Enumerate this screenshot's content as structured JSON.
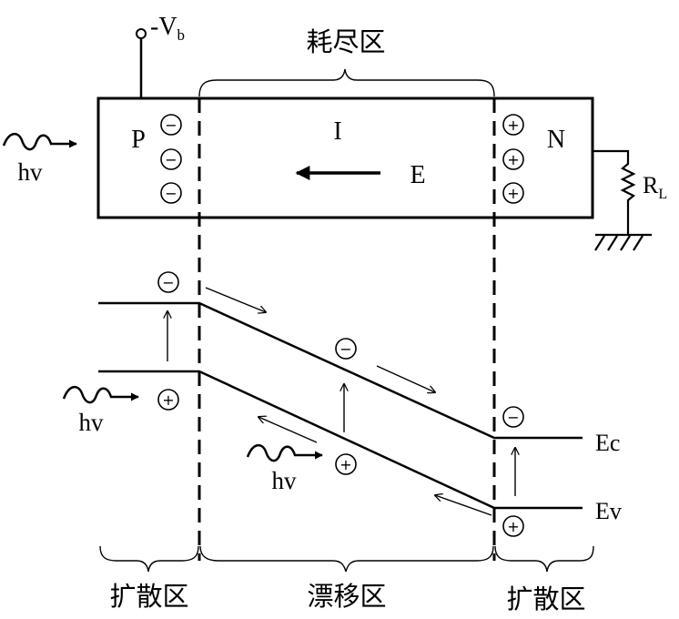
{
  "labels": {
    "bias": "-V",
    "bias_sub": "b",
    "depletion_region": "耗尽区",
    "p_region": "P",
    "intrinsic_region": "I",
    "n_region": "N",
    "field": "E",
    "load": "R",
    "load_sub": "L",
    "photon": "hv",
    "conduction_band": "Ec",
    "valence_band": "Ev",
    "diffusion_region_left": "扩散区",
    "drift_region": "漂移区",
    "diffusion_region_right": "扩散区"
  },
  "symbols": {
    "electron": "−",
    "hole": "+"
  },
  "icons": {
    "photon": "wavy-arrow-icon",
    "ground": "ground-icon",
    "resistor": "resistor-icon",
    "terminal": "terminal-icon"
  },
  "colors": {
    "stroke": "#000000",
    "background": "#ffffff"
  }
}
